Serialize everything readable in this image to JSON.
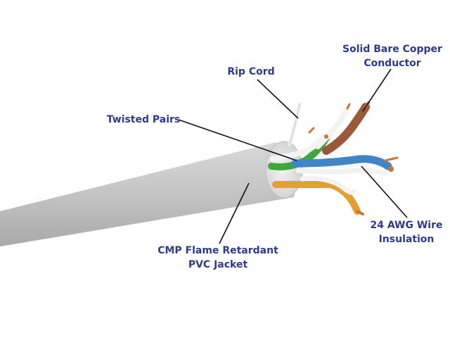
{
  "labels": {
    "rip_cord": "Rip Cord",
    "copper": {
      "line1": "Solid Bare Copper",
      "line2": "Conductor"
    },
    "twisted_pairs": "Twisted Pairs",
    "insulation": {
      "line1": "24 AWG Wire",
      "line2": "Insulation"
    },
    "jacket": {
      "line1": "CMP Flame Retardant",
      "line2": "PVC Jacket"
    }
  },
  "colors": {
    "label_text": "#2e3a8c",
    "leader_line": "#111111",
    "jacket": "#c9c9c9",
    "green_pair": "#3ea83a",
    "blue_pair": "#3f85c8",
    "orange_pair": "#e6a032",
    "brown_pair": "#9a5a3a",
    "copper": "#c8743a"
  }
}
